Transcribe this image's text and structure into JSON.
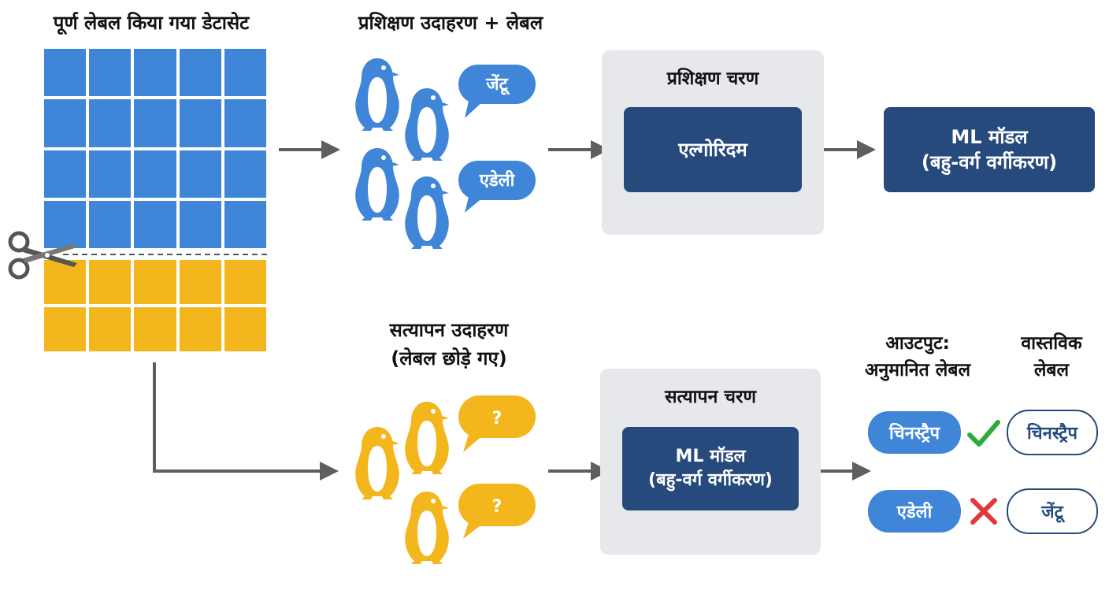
{
  "dataset": {
    "title": "पूर्ण लेबल किया गया डेटासेट"
  },
  "training_examples": {
    "title": "प्रशिक्षण उदाहरण + लेबल",
    "bubbles": [
      "जेंटू",
      "एडेली"
    ]
  },
  "training_stage": {
    "title": "प्रशिक्षण चरण",
    "algorithm": "एल्गोरिदम"
  },
  "model": {
    "line1": "ML मॉडल",
    "line2": "(बहु-वर्ग वर्गीकरण)"
  },
  "validation_examples": {
    "title_line1": "सत्यापन उदाहरण",
    "title_line2": "(लेबल छोड़े गए)",
    "bubbles": [
      "?",
      "?"
    ]
  },
  "validation_stage": {
    "title": "सत्यापन चरण",
    "model_line1": "ML मॉडल",
    "model_line2": "(बहु-वर्ग वर्गीकरण)"
  },
  "results": {
    "output_header_line1": "आउटपुट:",
    "output_header_line2": "अनुमानित लेबल",
    "actual_header_line1": "वास्तविक",
    "actual_header_line2": "लेबल",
    "rows": [
      {
        "predicted": "चिनस्ट्रैप",
        "actual": "चिनस्ट्रैप",
        "correct": true
      },
      {
        "predicted": "एडेली",
        "actual": "जेंटू",
        "correct": false
      }
    ]
  },
  "colors": {
    "blue": "#3f86d9",
    "yellow": "#f3b61c",
    "navy": "#264a7c",
    "panel": "#e6e8eb",
    "arrow": "#5f5f5f",
    "check": "#2eaa3d",
    "cross": "#e13a3a"
  }
}
